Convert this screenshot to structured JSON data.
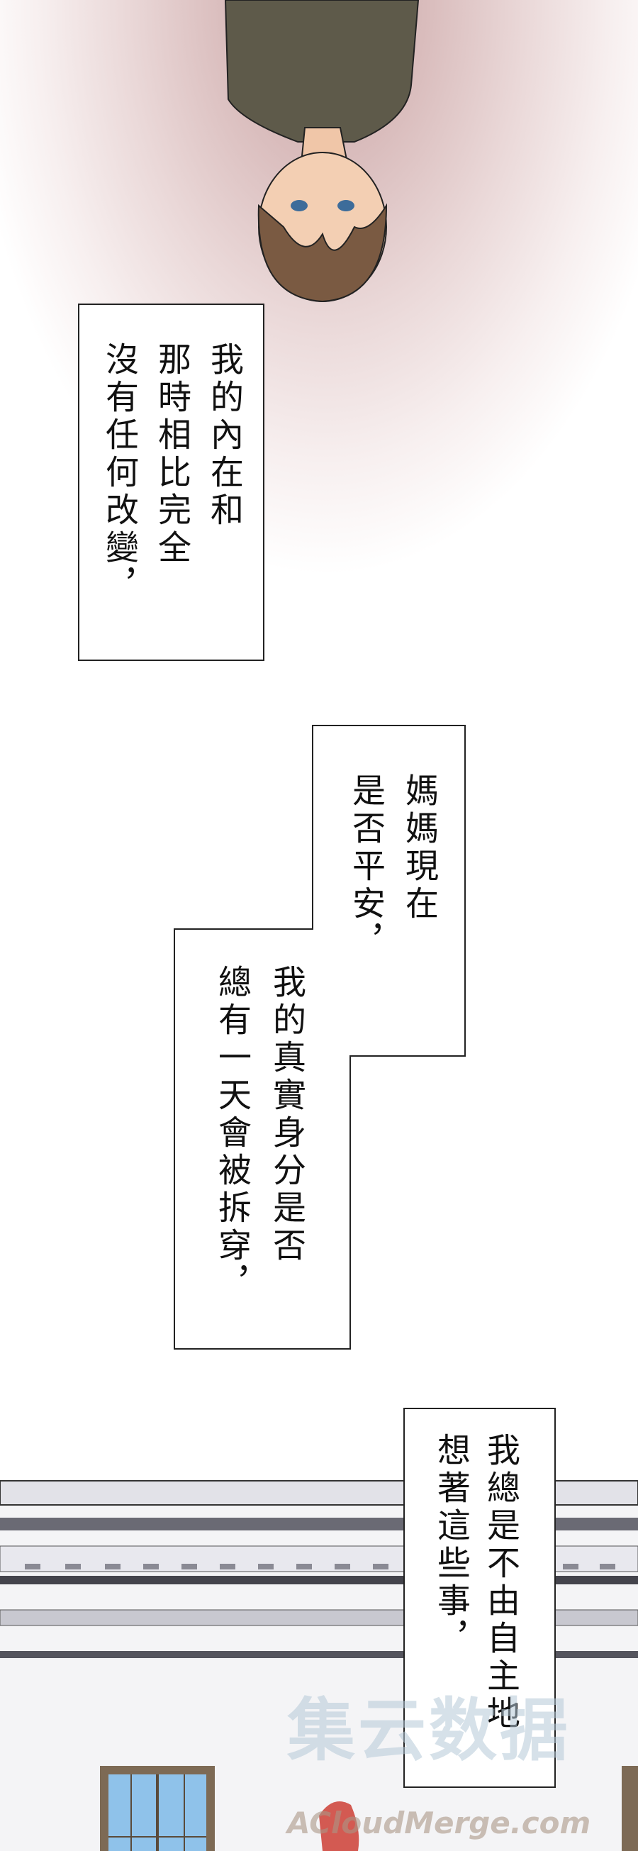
{
  "captions": [
    {
      "columns": [
        "我的內在和",
        "那時相比完全",
        "沒有任何改變，"
      ]
    },
    {
      "columns": [
        "媽媽現在",
        "是否平安，",
        "我的真實身分是否",
        "總有一天會被拆穿，"
      ]
    },
    {
      "columns": [
        "我總是不由自主地",
        "想著這些事，"
      ]
    }
  ],
  "watermark": {
    "line1": "集云数据",
    "line2": "ACloudMerge.com"
  },
  "colors": {
    "background_glow": "#d9bcbc",
    "jacket": "#5e5a4a",
    "hair": "#7a5a42",
    "window_frame": "#7d6a55",
    "window_glass": "#8fc2ea"
  }
}
